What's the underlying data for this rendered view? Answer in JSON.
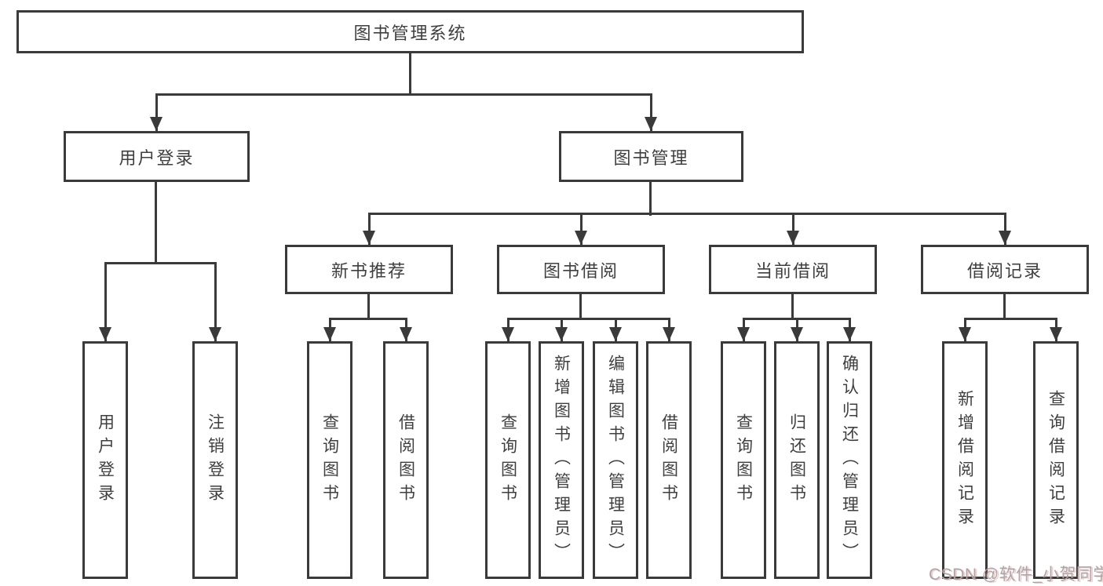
{
  "diagram": {
    "title": "图书管理系统",
    "description_visible": "层级结构图：图书管理系统分为用户登录与图书管理两个分支"
  },
  "nodes": {
    "root": {
      "label": "图书管理系统"
    },
    "level2": [
      {
        "label": "用户登录"
      },
      {
        "label": "图书管理"
      }
    ],
    "level3": [
      {
        "label": "新书推荐",
        "parent": "图书管理"
      },
      {
        "label": "图书借阅",
        "parent": "图书管理"
      },
      {
        "label": "当前借阅",
        "parent": "图书管理"
      },
      {
        "label": "借阅记录",
        "parent": "图书管理"
      }
    ],
    "leaves": [
      {
        "label": "用户登录",
        "parent": "用户登录"
      },
      {
        "label": "注销登录",
        "parent": "用户登录"
      },
      {
        "label": "查询图书",
        "parent": "新书推荐"
      },
      {
        "label": "借阅图书",
        "parent": "新书推荐"
      },
      {
        "label": "查询图书",
        "parent": "图书借阅"
      },
      {
        "label": "新增图书（管理员）",
        "parent": "图书借阅"
      },
      {
        "label": "编辑图书（管理员）",
        "parent": "图书借阅"
      },
      {
        "label": "借阅图书",
        "parent": "图书借阅"
      },
      {
        "label": "查询图书",
        "parent": "当前借阅"
      },
      {
        "label": "归还图书",
        "parent": "当前借阅"
      },
      {
        "label": "确认归还（管理员）",
        "parent": "当前借阅"
      },
      {
        "label": "新增借阅记录",
        "parent": "借阅记录"
      },
      {
        "label": "查询借阅记录",
        "parent": "借阅记录"
      }
    ]
  },
  "watermark": {
    "text": "CSDN @软件_小贺同学"
  },
  "colors": {
    "line": "#3a3a3a",
    "text": "#3f3f3f",
    "background": "#ffffff",
    "watermark": "#a8a8a8"
  }
}
